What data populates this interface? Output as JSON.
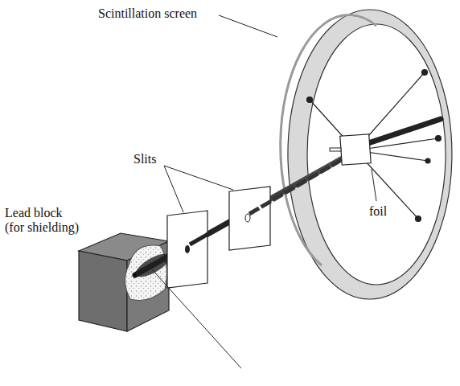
{
  "diagram": {
    "labels": [
      "Scintillation screen",
      "Slits",
      "Lead block (for shielding)",
      "foil"
    ]
  }
}
